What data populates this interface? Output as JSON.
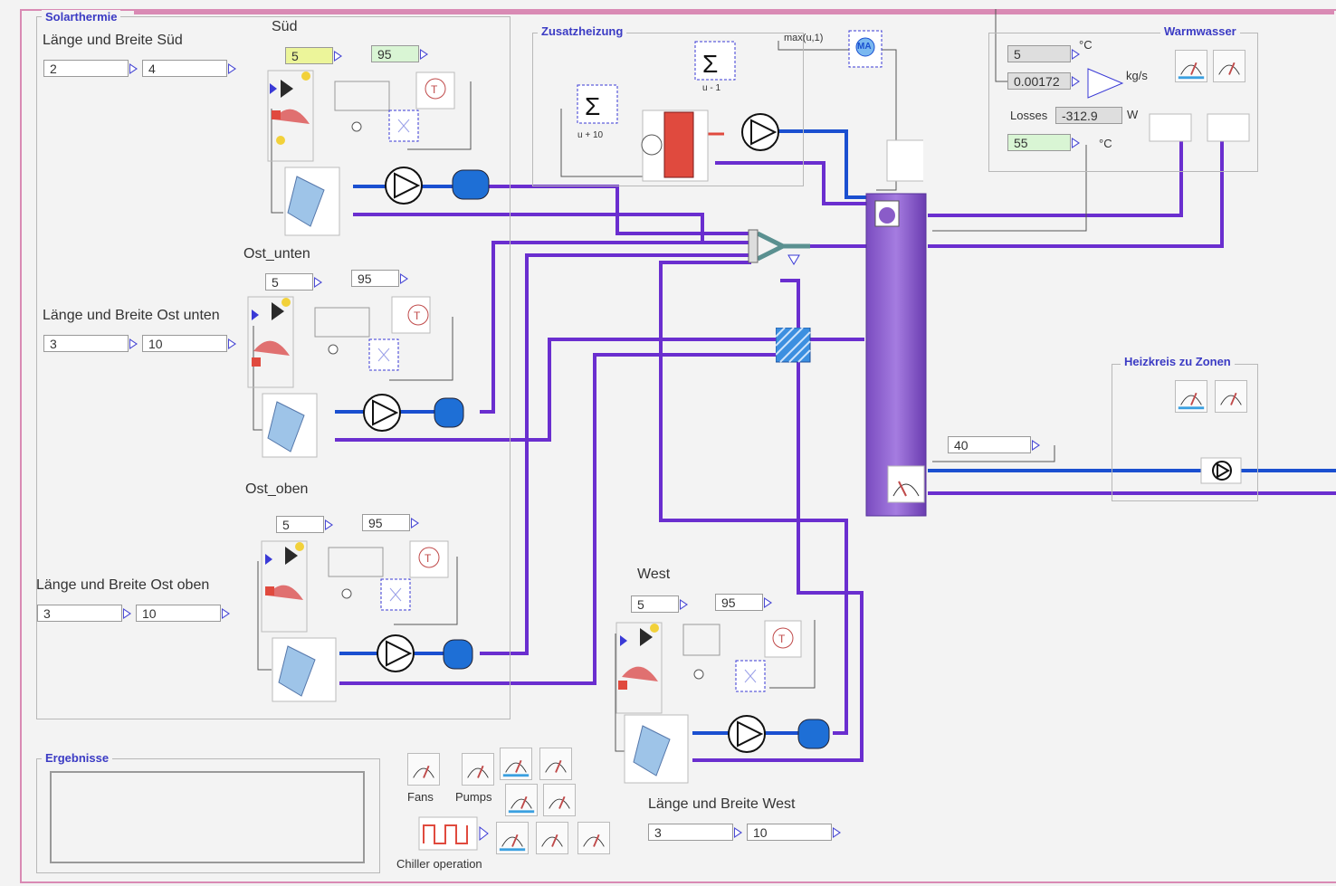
{
  "sections": {
    "solarthermie": "Solarthermie",
    "zusatzheizung": "Zusatzheizung",
    "warmwasser": "Warmwasser",
    "heizkreis": "Heizkreis zu Zonen",
    "ergebnisse": "Ergebnisse"
  },
  "sued": {
    "title": "Süd",
    "dims_label": "Länge und Breite Süd",
    "length": "2",
    "width": "4",
    "set_low": "5",
    "set_high": "95"
  },
  "ost_unten": {
    "title": "Ost_unten",
    "dims_label": "Länge und Breite Ost unten",
    "length": "3",
    "width": "10",
    "set_low": "5",
    "set_high": "95"
  },
  "ost_oben": {
    "title": "Ost_oben",
    "dims_label": "Länge und Breite Ost oben",
    "length": "3",
    "width": "10",
    "set_low": "5",
    "set_high": "95"
  },
  "west": {
    "title": "West",
    "dims_label": "Länge und Breite West",
    "length": "3",
    "width": "10",
    "set_low": "5",
    "set_high": "95"
  },
  "zusatz": {
    "sum_left_caption": "u + 10",
    "sum_top_caption": "u - 1",
    "max_label": "max(u,1)",
    "ma_label": "MA"
  },
  "warm": {
    "temp_in": "5",
    "temp_in_unit": "°C",
    "flow": "0.00172",
    "flow_unit": "kg/s",
    "losses_label": "Losses",
    "losses_value": "-312.9",
    "losses_unit": "W",
    "temp_set": "55",
    "temp_set_unit": "°C"
  },
  "heiz": {
    "setpoint": "40"
  },
  "legend": {
    "fans": "Fans",
    "pumps": "Pumps",
    "chiller": "Chiller operation"
  },
  "colors": {
    "pipe_purple": "#6a2ecf",
    "pipe_blue": "#1a4fd0",
    "frame_pink": "#d98ab4",
    "storage": "#8a5cc8",
    "heater_red": "#e04a3e"
  }
}
